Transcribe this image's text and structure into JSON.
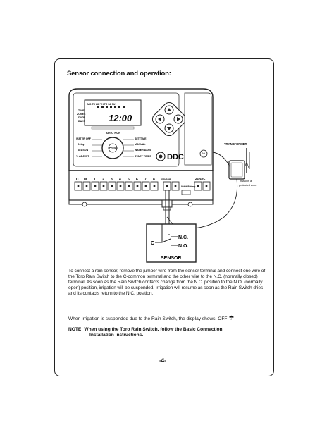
{
  "heading": "Sensor connection and operation:",
  "diagram": {
    "clock": "12:00",
    "lcd_days": "MO TU WE TH FR SA SU",
    "lcd_left_labels": [
      "TIME",
      "ZONES",
      "DATE",
      "DAYS"
    ],
    "dial_title": "AUTO RUN",
    "dial_left": [
      "WATER OFF",
      "Delay",
      "SEASON",
      "% ADJUST"
    ],
    "dial_right": [
      "SET TIME",
      "MANUAL",
      "WATER DAYS",
      "START TIMES"
    ],
    "dial_center": "PRESS",
    "brand": "DDC",
    "transformer_label": "TRANSFORMER",
    "install_note": "Install in a protected area.",
    "reset_label": "RESET",
    "terminals": [
      "C",
      "M",
      "1",
      "2",
      "3",
      "4",
      "5",
      "6",
      "7",
      "8"
    ],
    "sensor_terminal_label": "SENSOR",
    "battery_label": "9 Volt Battery",
    "vac_label": "24 VAC",
    "sensor_title": "SENSOR",
    "sensor_nc": "N.C.",
    "sensor_no": "N.O.",
    "sensor_c": "C"
  },
  "body": {
    "paragraph": "To connect a rain sensor, remove the jumper wire from the sensor terminal and connect one wire of the Toro Rain Switch to the C-common terminal and the other wire to the N.C. (normally closed) terminal. As soon as the Rain Switch contacts change from the N.C. position to the N.O. (normally open) position, irrigation will be suspended. Irrigation will resume as soon as the Rain Switch dries and its contacts return to the N.C. position.",
    "suspended_line": "When irrigation is suspended due to the Rain Switch, the display shows: OFF",
    "note_label": "NOTE:",
    "note_text": "When using the Toro Rain Switch, follow the Basic Connection",
    "note_text_2": "Installation instructions.",
    "page_number": "-4-"
  }
}
